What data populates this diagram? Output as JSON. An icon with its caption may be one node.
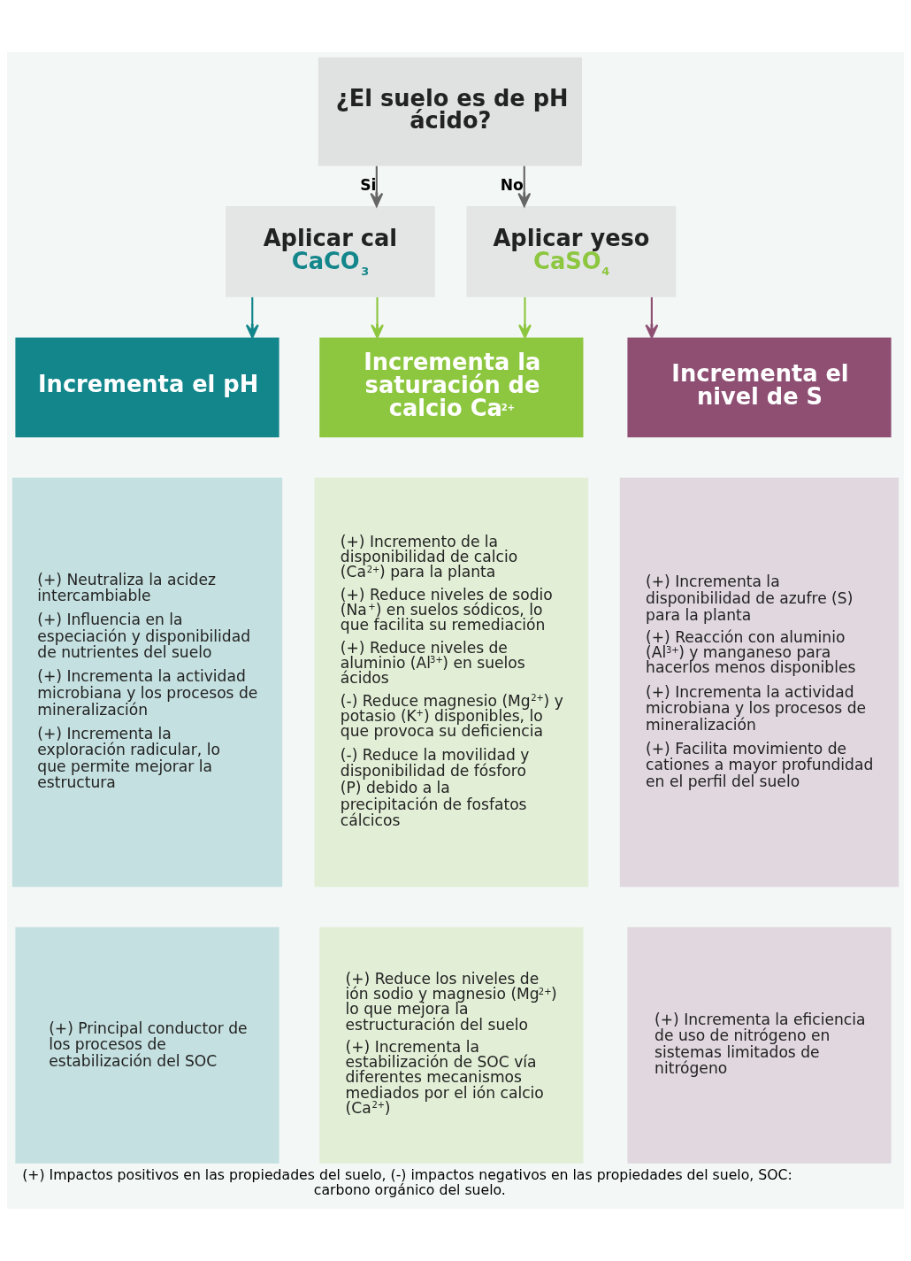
{
  "diagram": {
    "caption": "(+) Impactos positivos en las propiedades del suelo, (-) impactos negativos en las propiedades del suelo, SOC: carbono orgánico del suelo.",
    "nodes": [
      {
        "text": [
          "¿El suelo es de pH ácido?"
        ]
      },
      {
        "text": [
          "Aplicar cal",
          "CaCO$_{3}$"
        ]
      },
      {
        "text": [
          "Aplicar yeso",
          "CaSO$_{4}$"
        ]
      },
      {
        "text": [
          "Incrementa el pH"
        ]
      },
      {
        "text": [
          "Incrementa la saturación de calcio Ca$^{2+}$"
        ]
      },
      {
        "text": [
          "Incrementa el nivel de S"
        ]
      },
      {
        "text": [
          "(+) Neutraliza la acidez intercambiable",
          "(+) Influencia en la especiación y disponibilidad de nutrientes del suelo",
          "(+) Incrementa la actividad microbiana y los procesos de mineralización",
          "(+) Incrementa la exploración radicular, lo que permite mejorar la estructura"
        ]
      },
      {
        "text": [
          "(+) Incremento de la disponibilidad de calcio (Ca$^{2+}$) para la planta",
          "(+) Reduce niveles de sodio (Na$^{+}$) en suelos sódicos, lo que facilita su remediación",
          "(+) Reduce niveles de aluminio (Al$^{3+}$) en suelos ácidos",
          "(-) Reduce magnesio (Mg$^{2+}$) y potasio (K$^{+}$) disponibles, lo que provoca su deficiencia",
          "(-) Reduce la movilidad y disponibilidad de fósforo (P) debido a la precipitación de fosfatos cálcicos"
        ]
      },
      {
        "text": [
          "(+) Incrementa la disponibilidad de azufre (S) para la planta",
          "(+) Reacción con aluminio (Al$^{3+}$) y manganeso para hacerlos menos disponibles",
          "(+) Incrementa la actividad microbiana y los procesos de mineralización",
          "(+) Facilita movimiento de cationes a mayor profundidad en el perfil del suelo"
        ]
      },
      {
        "text": [
          "(+) Principal conductor de los procesos de estabilización del SOC"
        ]
      },
      {
        "text": [
          "(+) Reduce los niveles de ión sodio y magnesio (Mg$^{2+}$) lo que mejora la estructuración del suelo",
          "(+) Incrementa la estabilización de SOC vía diferentes mecanismos mediados por el ión calcio (Ca$^{2+}$)"
        ]
      },
      {
        "text": [
          "(+) Incrementa la eficiencia de uso de nitrógeno en sistemas limitados de nitrógeno"
        ]
      }
    ],
    "edges": [
      {
        "from": 0,
        "to": 1,
        "arrow": "to",
        "label": "Si"
      },
      {
        "from": 0,
        "to": 2,
        "arrow": "to",
        "label": "No"
      },
      {
        "from": 1,
        "to": 3,
        "arrow": "to",
        "color": "#12868b"
      },
      {
        "from": 1,
        "to": 4,
        "arrow": "to",
        "color": "#8dc63f"
      },
      {
        "from": 2,
        "to": 4,
        "arrow": "to",
        "color": "#8dc63f"
      },
      {
        "from": 2,
        "to": 5,
        "arrow": "to",
        "color": "#8e4f73"
      }
    ]
  }
}
